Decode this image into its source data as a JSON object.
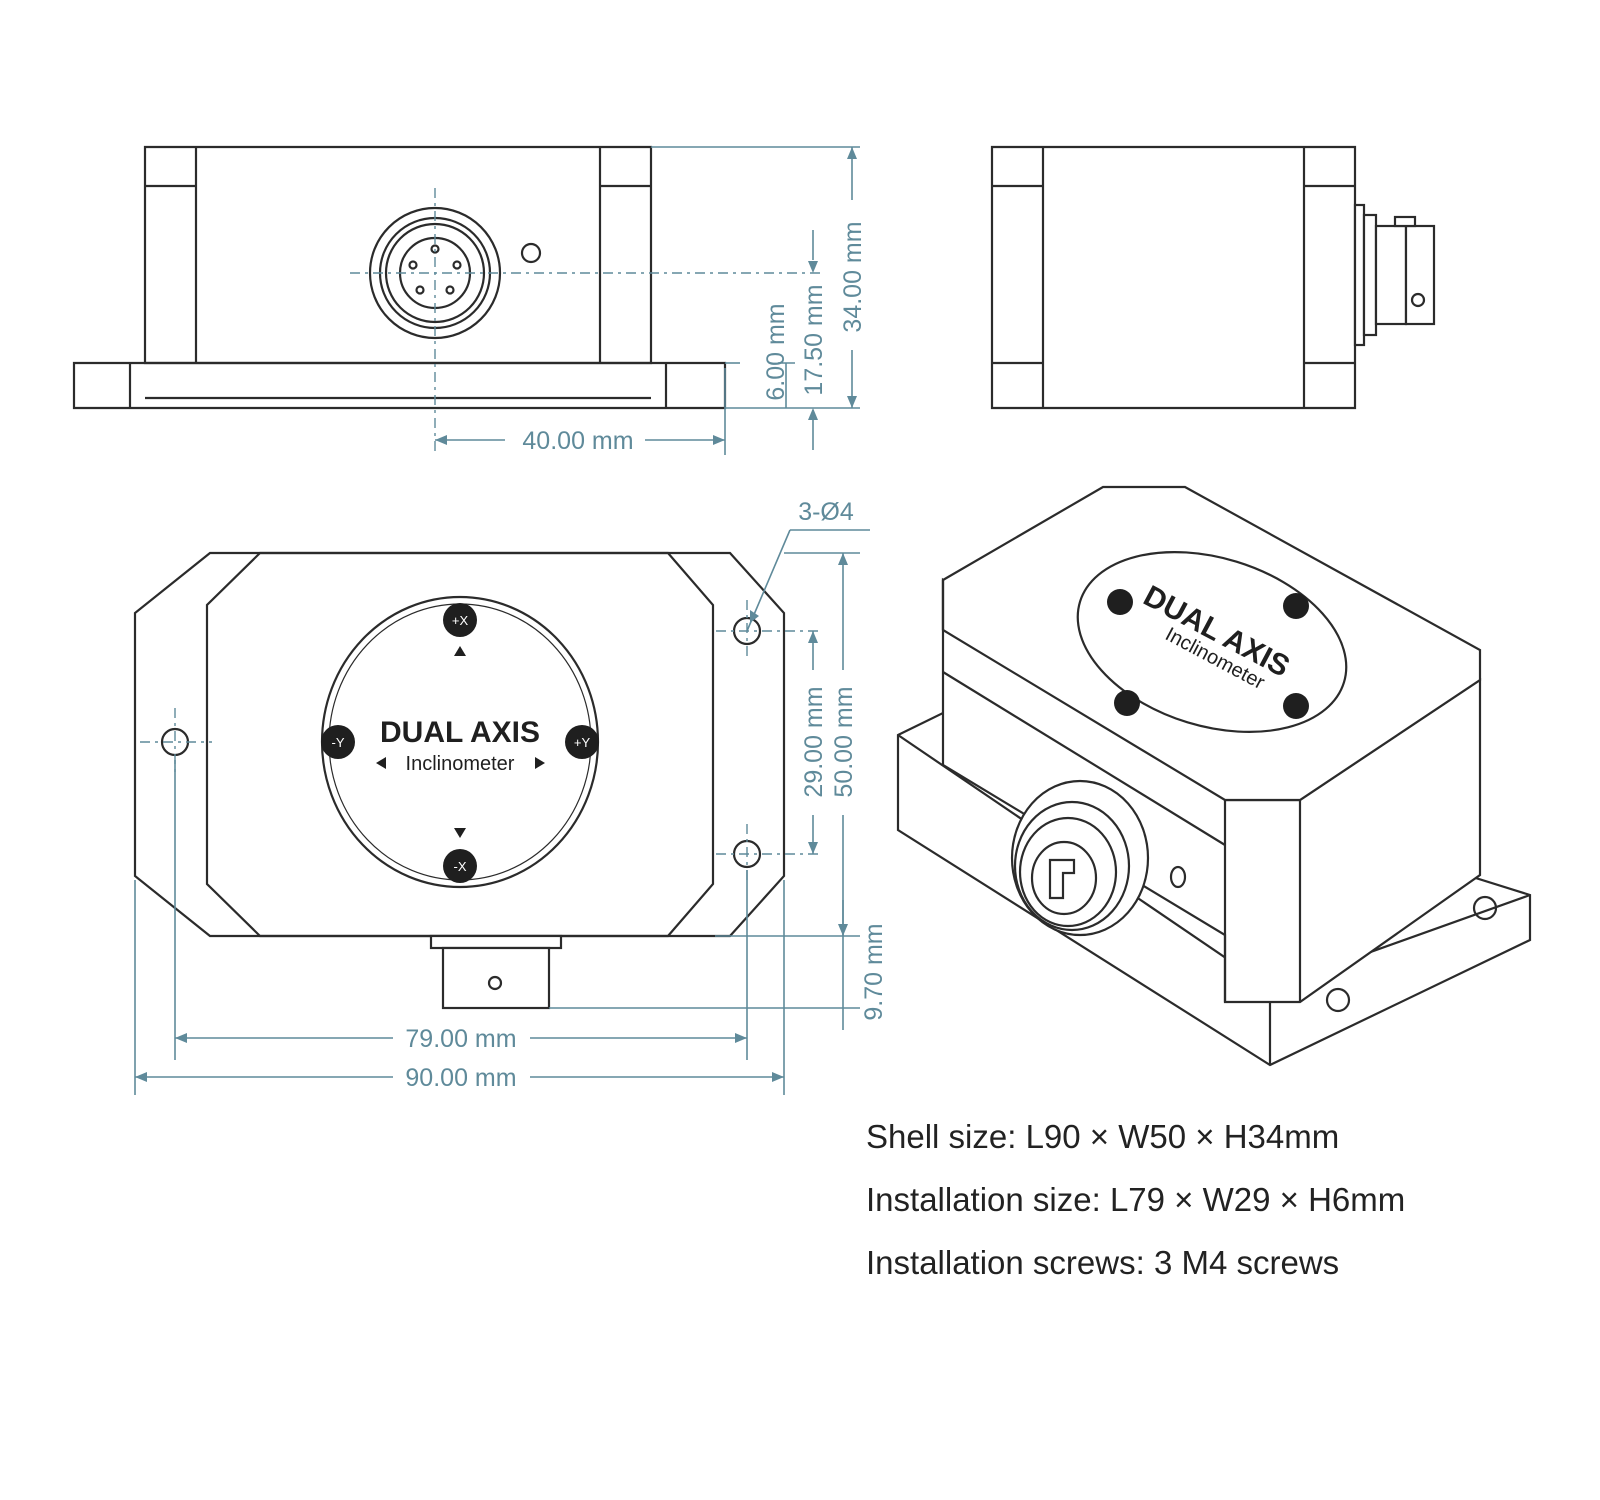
{
  "dimensions": {
    "mounting_spacing_side": "40.00 mm",
    "base_height": "6.00 mm",
    "connector_height": "17.50 mm",
    "total_height": "34.00 mm",
    "holes": "3-Ø4",
    "hole_spacing_width": "29.00 mm",
    "total_width": "50.00 mm",
    "connector_protrusion": "9.70 mm",
    "hole_spacing_length": "79.00 mm",
    "total_length": "90.00 mm"
  },
  "label": {
    "title": "DUAL AXIS",
    "subtitle": "Inclinometer",
    "axis_plus_x": "+X",
    "axis_minus_x": "-X",
    "axis_plus_y": "+Y",
    "axis_minus_y": "-Y"
  },
  "specs": {
    "shell_size": "Shell size: L90 × W50 × H34mm",
    "installation_size": "Installation size: L79 × W29 × H6mm",
    "installation_screws": "Installation screws: 3 M4 screws"
  },
  "colors": {
    "line": "#2b2b2b",
    "dimension": "#5f8a9a",
    "text": "#222222",
    "background": "#ffffff"
  }
}
